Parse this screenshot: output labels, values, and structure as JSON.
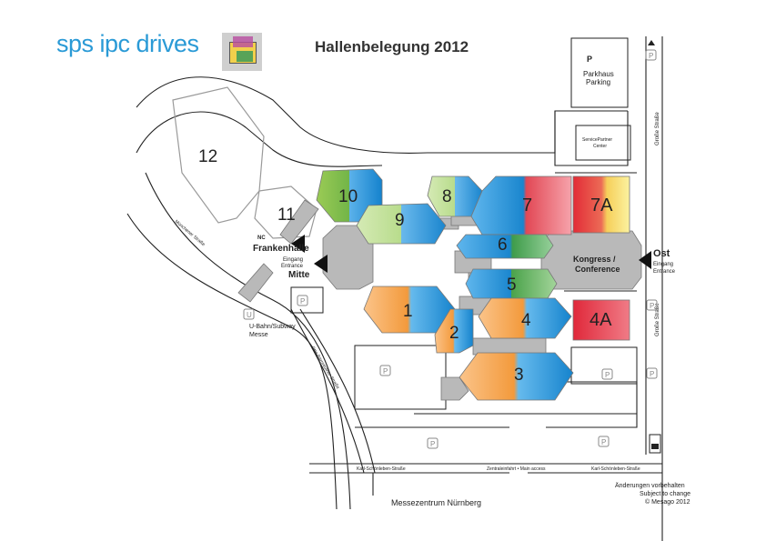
{
  "header": {
    "brand": "sps ipc drives",
    "title": "Hallenbelegung 2012"
  },
  "halls": {
    "h1": "1",
    "h2": "2",
    "h3": "3",
    "h4": "4",
    "h4a": "4A",
    "h5": "5",
    "h6": "6",
    "h7": "7",
    "h7a": "7A",
    "h8": "8",
    "h9": "9",
    "h10": "10",
    "h11": "11",
    "h12": "12"
  },
  "labels": {
    "parkhaus": "Parkhaus",
    "parking": "Parking",
    "service_line1": "ServicePartner",
    "service_line2": "Center",
    "frankenhalle": "Frankenhalle",
    "eingang": "Eingang",
    "entrance": "Entrance",
    "mitte": "Mitte",
    "ost": "Ost",
    "ost_eingang": "Eingang",
    "ost_entrance": "Entrance",
    "kongress": "Kongress /",
    "conference": "Conference",
    "ubahn": "U-Bahn/Subway",
    "messe": "Messe",
    "grosse_strasse_top": "Große Straße",
    "grosse_strasse_bottom": "Große Straße",
    "muenchener_strasse": "Münchener Straße",
    "otto_strasse": "Otto-Bärnreuther-Straße",
    "ks_left": "Karl-Schönleben-Straße",
    "ks_right": "Karl-Schönleben-Straße",
    "zentral": "Zentraleinfahrt • Main access",
    "messezentrum": "Messezentrum Nürnberg",
    "change_de": "Änderungen vorbehalten",
    "change_en": "Subject to change",
    "copyright": "© Mesago 2012",
    "parking_symbol": "P",
    "nc_symbol": "NC"
  },
  "colors": {
    "blue": "#1d8fd8",
    "green": "#5aa63e",
    "orange": "#f39a3c",
    "red": "#e0323c",
    "yellow": "#f7e84a",
    "lightgreen": "#a8d06a",
    "gray": "#b9b9b9",
    "brand": "#2a9ad6"
  }
}
